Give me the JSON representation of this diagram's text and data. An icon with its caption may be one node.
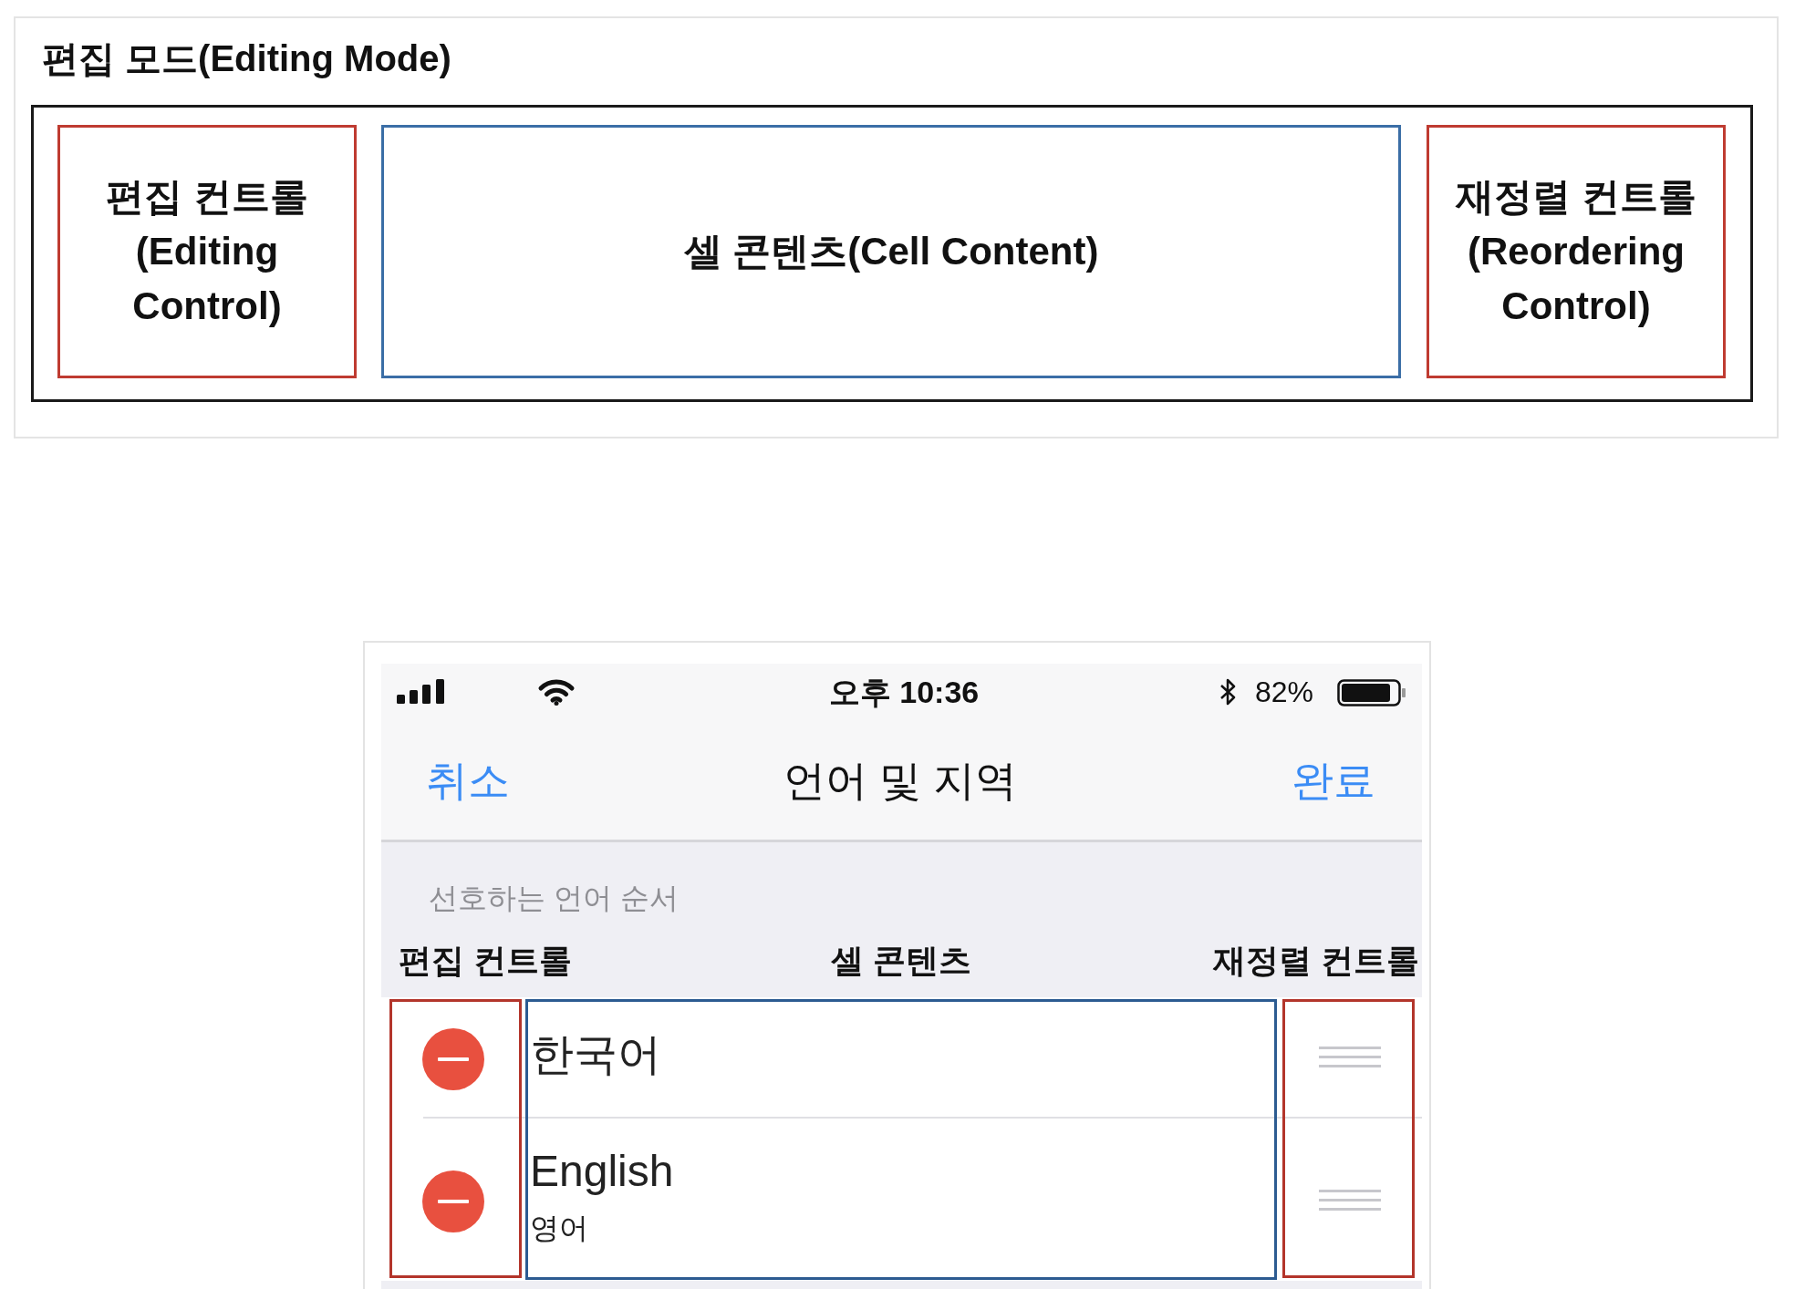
{
  "diagram": {
    "nodes": [
      {
        "text": [
          "편집 모드(Editing Mode)"
        ]
      },
      {
        "text": [],
        "shape": "box",
        "in": 0
      },
      {
        "text": [
          "편집 컨트롤 (Editing Control)"
        ],
        "in": 1
      },
      {
        "text": [
          "셀 콘텐츠(Cell Content)"
        ],
        "in": 1
      },
      {
        "text": [
          "재정렬 컨트롤 (Reordering Control)"
        ],
        "in": 1
      },
      {
        "text": [
          "편집 컨트롤"
        ]
      },
      {
        "text": [
          "셀 콘텐츠",
          "한국어",
          "English",
          "영어"
        ]
      },
      {
        "text": [
          "재정렬 컨트롤"
        ]
      }
    ],
    "labels": [
      "오후 10:36",
      "82%",
      "취소",
      "언어 및 지역",
      "완료",
      "선호하는 언어 순서"
    ]
  }
}
